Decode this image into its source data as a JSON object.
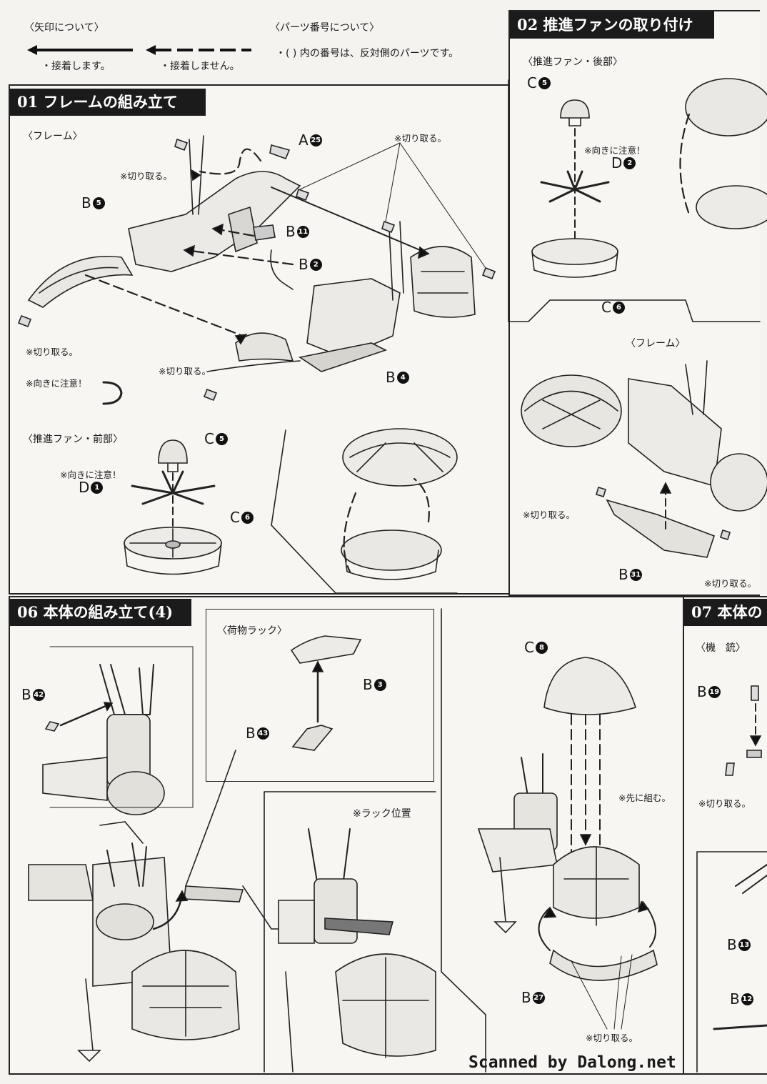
{
  "legend": {
    "arrows_title": "〈矢印について〉",
    "glue": "・接着します。",
    "noglue": "・接着しません。",
    "partno_title": "〈パーツ番号について〉",
    "partno_note": "・( ) 内の番号は、反対側のパーツです。"
  },
  "s01": {
    "title": "01 フレームの組み立て",
    "sub_frame": "〈フレーム〉",
    "sub_fan": "〈推進ファン・前部〉",
    "cut": "※切り取る。",
    "cut_b": "※切り取る。",
    "orient": "※向きに注意！",
    "orient_b": "※向きに注意！",
    "parts": [
      {
        "letter": "A",
        "num": "25"
      },
      {
        "letter": "B",
        "num": "5"
      },
      {
        "letter": "B",
        "num": "11"
      },
      {
        "letter": "B",
        "num": "2"
      },
      {
        "letter": "B",
        "num": "4"
      },
      {
        "letter": "C",
        "num": "5"
      },
      {
        "letter": "D",
        "num": "1"
      },
      {
        "letter": "C",
        "num": "6"
      }
    ]
  },
  "s02": {
    "title": "02 推進ファンの取り付け",
    "sub_fan": "〈推進ファン・後部〉",
    "sub_frame": "〈フレーム〉",
    "orient": "※向きに注意！",
    "cut": "※切り取る。",
    "parts": [
      {
        "letter": "C",
        "num": "5"
      },
      {
        "letter": "D",
        "num": "2"
      },
      {
        "letter": "C",
        "num": "6"
      },
      {
        "letter": "B",
        "num": "31"
      }
    ]
  },
  "s06": {
    "title": "06 本体の組み立て(4)",
    "sub_rack": "〈荷物ラック〉",
    "rack_pos": "※ラック位置",
    "first": "※先に組む。",
    "cut": "※切り取る。",
    "parts": [
      {
        "letter": "B",
        "num": "42"
      },
      {
        "letter": "B",
        "num": "3"
      },
      {
        "letter": "B",
        "num": "43"
      },
      {
        "letter": "C",
        "num": "8"
      },
      {
        "letter": "B",
        "num": "27"
      }
    ]
  },
  "s07": {
    "title": "07 本体の",
    "sub_gun": "〈機　銃〉",
    "cut": "※切り取る。",
    "parts": [
      {
        "letter": "B",
        "num": "19"
      },
      {
        "letter": "B",
        "num": "13"
      },
      {
        "letter": "B",
        "num": "12"
      }
    ]
  },
  "credit": "Scanned by Dalong.net"
}
